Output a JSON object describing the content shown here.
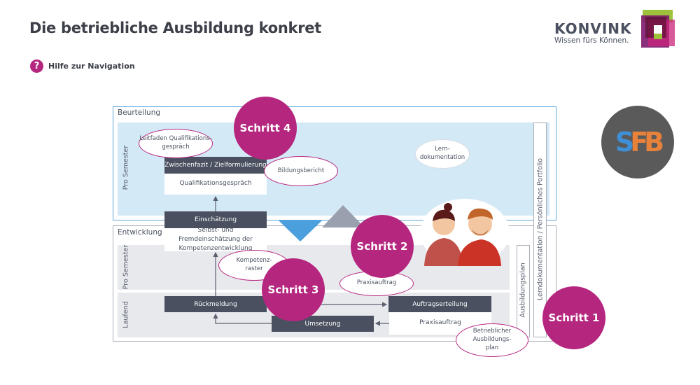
{
  "title": "Die betriebliche Ausbildung konkret",
  "help": {
    "label": "Hilfe zur Navigation",
    "icon": "question-icon",
    "glyph": "?"
  },
  "logo": {
    "brand": "KONVINK",
    "tagline": "Wissen fürs Können."
  },
  "partner_logo": {
    "text_s": "S",
    "text_fb": "FB"
  },
  "colors": {
    "accent": "#b5267f",
    "dark_box": "#4a5060",
    "beurteilung_bg": "#d4e9f6",
    "entwicklung_bg": "#e8e9ed"
  },
  "beurteilung": {
    "label": "Beurteilung",
    "row_label": "Pro Semester",
    "zwischenfazit": "Zwischenfazit / Zielformulierung",
    "qualifikationsgespraech": "Qualifikationsgespräch",
    "einschaetzung": "Einschätzung",
    "ellipses": {
      "leitfaden": "Leitfaden Qualifikations-gespräch",
      "bildungsbericht": "Bildungsbericht",
      "lerndoku": "Lern-dokumentation"
    }
  },
  "entwicklung": {
    "label": "Entwicklung",
    "row_pro_semester": "Pro Semester",
    "row_laufend": "Laufend",
    "selbst": "Selbst- und Fremdeinschätzung der Kompetenzentwicklung",
    "rueckmeldung": "Rückmeldung",
    "umsetzung": "Umsetzung",
    "auftragserteilung": "Auftragserteilung",
    "praxisauftrag_box": "Praxisauftrag",
    "ellipses": {
      "kompetenzraster": "Kompetenz-raster",
      "praxisauftrag": "Praxisauftrag",
      "ausbildungsplan": "Betrieblicher Ausbildungs-plan"
    }
  },
  "vertical": {
    "ausbildungsplan": "Ausbildungsplan",
    "lerndoku": "Lerndokumentation / Persönliches Portfolio"
  },
  "steps": [
    "Schritt 1",
    "Schritt 2",
    "Schritt 3",
    "Schritt 4"
  ]
}
